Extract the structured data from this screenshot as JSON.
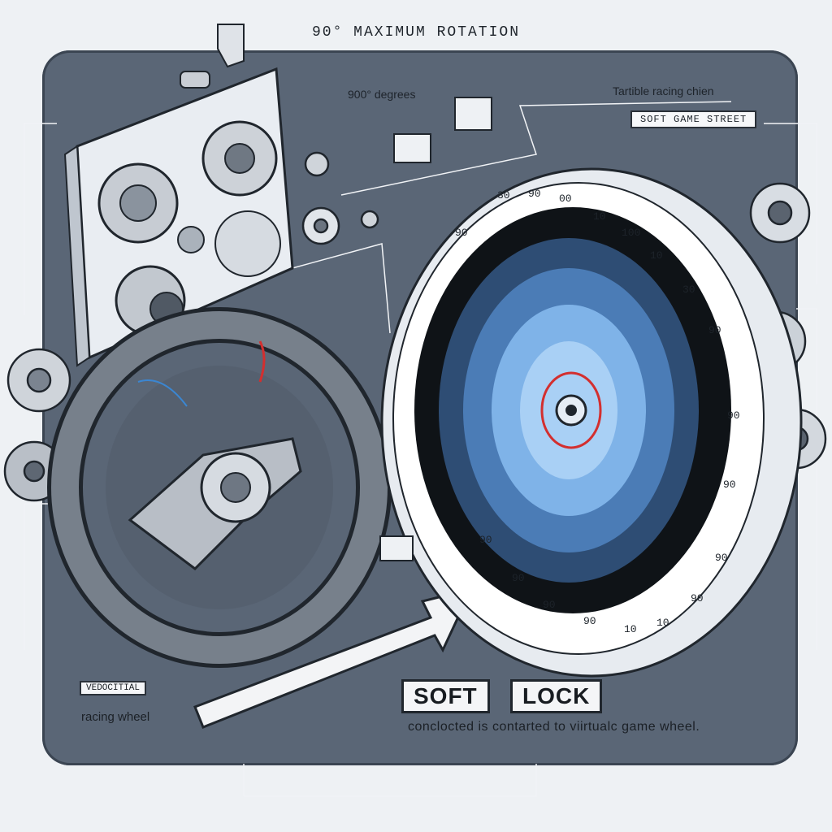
{
  "title": "90° MAXIMUM ROTATION",
  "labels": {
    "degrees": "900° degrees",
    "turntable": "Tartible racing chien",
    "soft_game_street": "SOFT GAME STREET",
    "vedocitial": "VEDOCITIAL",
    "racing_wheel": "racing wheel",
    "soft": "SOFT",
    "lock": "LOCK",
    "caption": "conclocted is contarted to viirtualc game wheel."
  },
  "dial_ticks": [
    "30",
    "90",
    "00",
    "10",
    "100",
    "10",
    "30",
    "90",
    "90",
    "90",
    "90",
    "90",
    "10",
    "10",
    "90",
    "90",
    "90",
    "90",
    "90"
  ],
  "colors": {
    "panel": "#5a6676",
    "dial_face": "#7fb3e8",
    "red_accent": "#d32f2f"
  }
}
